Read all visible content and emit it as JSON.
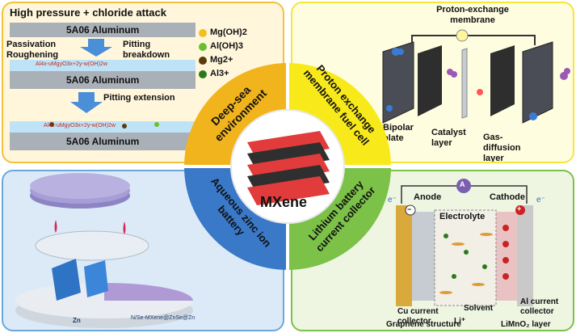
{
  "center": {
    "label": "MXene"
  },
  "quadrants": {
    "top_left": "Deep-sea environment",
    "top_right": "Proton exchange membrane fuel cell",
    "bottom_left": "Aqueous zinc ion battery",
    "bottom_right": "Lithium battery current collector"
  },
  "deep_sea": {
    "title": "High pressure + chloride attack",
    "alloy": "5A06 Aluminum",
    "passivation": "Passivation",
    "roughening": "Roughening",
    "pitting": "Pitting",
    "breakdown": "breakdown",
    "pitting_extension": "Pitting extension",
    "formula": "Al4x-uMgyO3x+2y-w(OH)2w",
    "legend": [
      "Mg(OH)2",
      "Al(OH)3",
      "Mg2+",
      "Al3+"
    ],
    "legend_colors": [
      "#f0c020",
      "#6bbf2e",
      "#5a3b0a",
      "#2a7a1a"
    ]
  },
  "pemfc": {
    "membrane": "Proton-exchange membrane",
    "bipolar": "Bipolar plate",
    "catalyst": "Catalyst layer",
    "gas_diffusion": "Gas-diffusion layer"
  },
  "zinc": {
    "zn": "Zn",
    "coating": "N/Se-MXene@ZnSe@Zn"
  },
  "lithium": {
    "ammeter": "A",
    "anode": "Anode",
    "cathode": "Cathode",
    "electrolyte": "Electrolyte",
    "electron": "e⁻",
    "plus": "+",
    "minus": "−",
    "cu_collector": "Cu current collector",
    "al_collector": "Al current collector",
    "solvent": "Solvent",
    "li": "Li⁺",
    "graphene": "Graphene structure",
    "limno": "LiMnO₂ layer"
  }
}
